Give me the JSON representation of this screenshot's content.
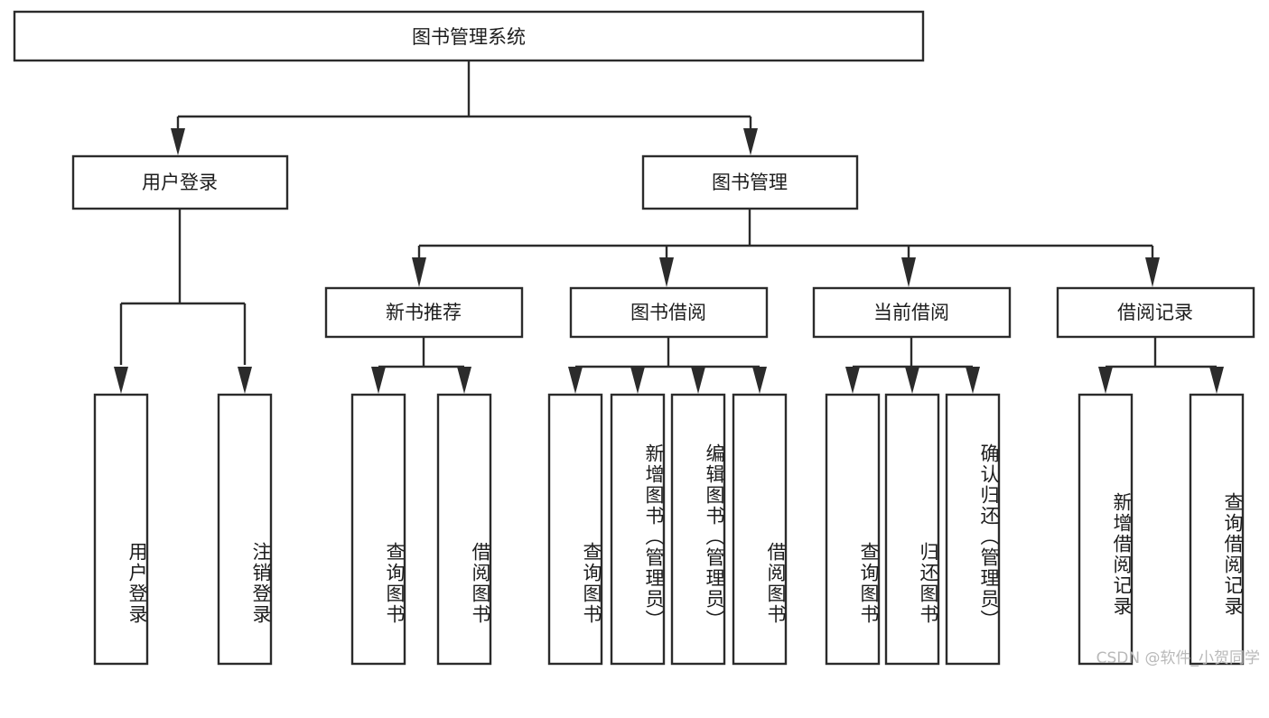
{
  "diagram": {
    "title_node": {
      "label": "图书管理系统"
    },
    "level1": [
      {
        "id": "user-login",
        "label": "用户登录"
      },
      {
        "id": "book-management",
        "label": "图书管理"
      }
    ],
    "level2": [
      {
        "id": "new-book-recommend",
        "label": "新书推荐"
      },
      {
        "id": "book-borrow",
        "label": "图书借阅"
      },
      {
        "id": "current-borrow",
        "label": "当前借阅"
      },
      {
        "id": "borrow-record",
        "label": "借阅记录"
      }
    ],
    "leaves": {
      "user_login": [
        {
          "id": "leaf-user-login",
          "label": "用户登录"
        },
        {
          "id": "leaf-logout-login",
          "label": "注销登录"
        }
      ],
      "new_book_recommend": [
        {
          "id": "leaf-query-book-1",
          "label": "查询图书"
        },
        {
          "id": "leaf-borrow-book-1",
          "label": "借阅图书"
        }
      ],
      "book_borrow": [
        {
          "id": "leaf-query-book-2",
          "label": "查询图书"
        },
        {
          "id": "leaf-add-book",
          "label": "新增图书（管理员）"
        },
        {
          "id": "leaf-edit-book",
          "label": "编辑图书（管理员）"
        },
        {
          "id": "leaf-borrow-book-2",
          "label": "借阅图书"
        }
      ],
      "current_borrow": [
        {
          "id": "leaf-query-book-3",
          "label": "查询图书"
        },
        {
          "id": "leaf-return-book",
          "label": "归还图书"
        },
        {
          "id": "leaf-confirm-return",
          "label": "确认归还（管理员）"
        }
      ],
      "borrow_record": [
        {
          "id": "leaf-add-record",
          "label": "新增借阅记录"
        },
        {
          "id": "leaf-query-record",
          "label": "查询借阅记录"
        }
      ]
    }
  },
  "watermark": {
    "text": "CSDN @软件_小贺同学"
  },
  "colors": {
    "stroke": "#2b2b2b",
    "box_fill": "#ffffff",
    "text": "#1c1c1c",
    "watermark": "#b9b9b9",
    "background": "#ffffff"
  }
}
